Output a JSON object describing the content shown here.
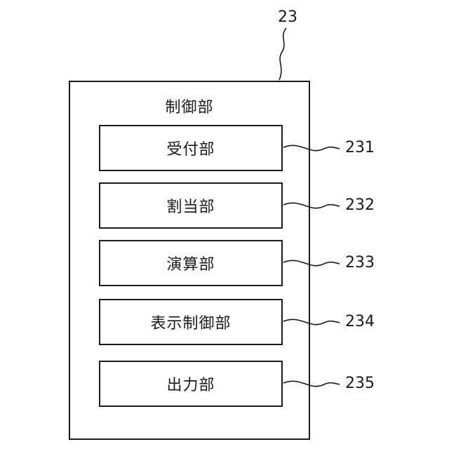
{
  "control_unit": {
    "ref": "23",
    "label": "制御部"
  },
  "units": [
    {
      "label": "受付部",
      "ref": "231"
    },
    {
      "label": "割当部",
      "ref": "232"
    },
    {
      "label": "演算部",
      "ref": "233"
    },
    {
      "label": "表示制御部",
      "ref": "234"
    },
    {
      "label": "出力部",
      "ref": "235"
    }
  ]
}
